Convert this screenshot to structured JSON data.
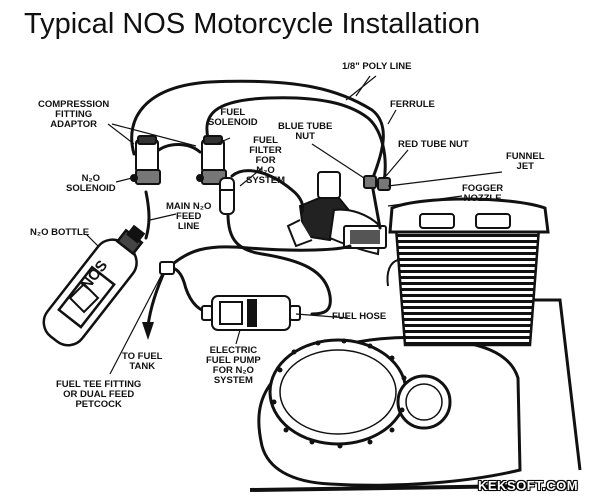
{
  "title": "Typical NOS Motorcycle Installation",
  "labels": {
    "poly_line": "1/8\" POLY LINE",
    "ferrule": "FERRULE",
    "compression_fitting": [
      "COMPRESSION",
      "FITTING",
      "ADAPTOR"
    ],
    "fuel_solenoid": [
      "FUEL",
      "SOLENOID"
    ],
    "blue_tube_nut": [
      "BLUE TUBE",
      "NUT"
    ],
    "red_tube_nut": "RED TUBE NUT",
    "funnel_jet": [
      "FUNNEL",
      "JET"
    ],
    "fuel_filter": [
      "FUEL",
      "FILTER",
      "FOR",
      "N₂O",
      "SYSTEM"
    ],
    "n2o_solenoid": [
      "N₂O",
      "SOLENOID"
    ],
    "fogger_nozzle": [
      "FOGGER",
      "NOZZLE"
    ],
    "main_feed_line": [
      "MAIN N₂O",
      "FEED",
      "LINE"
    ],
    "n2o_bottle": "N₂O BOTTLE",
    "fuel_hose": "FUEL HOSE",
    "to_fuel_tank": [
      "TO FUEL",
      "TANK"
    ],
    "electric_fuel_pump": [
      "ELECTRIC",
      "FUEL PUMP",
      "FOR N₂O",
      "SYSTEM"
    ],
    "fuel_tee_fitting": [
      "FUEL TEE FITTING",
      "OR DUAL FEED",
      "PETCOCK"
    ]
  },
  "bottle_text": "NOS",
  "watermark": "KEKSOFT.COM"
}
